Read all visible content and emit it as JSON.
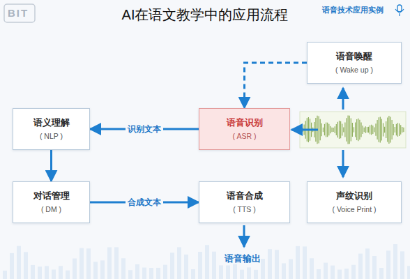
{
  "diagram": {
    "title": "AI在语文教学中的应用流程",
    "nodes": [
      {
        "text": [
          "语音唤醒",
          "( Wake up )"
        ]
      },
      {
        "text": [
          "语音识别",
          "( ASR )"
        ]
      },
      {
        "text": [
          "语义理解",
          "( NLP )"
        ]
      },
      {
        "text": [
          "对话管理",
          "( DM )"
        ]
      },
      {
        "text": [
          "语音合成",
          "( TTS )"
        ]
      },
      {
        "text": [
          "声纹识别",
          "( Voice Print )"
        ]
      }
    ],
    "edges": [
      {
        "from": 0,
        "to": 1,
        "arrow": "to"
      },
      {
        "from": 1,
        "to": 2,
        "label": "识别文本",
        "arrow": "to"
      },
      {
        "from": 2,
        "to": 3,
        "arrow": "to"
      },
      {
        "from": 3,
        "to": 4,
        "label": "合成文本",
        "arrow": "to"
      }
    ],
    "labels": [
      "BIT",
      "语音技术应用实例",
      "语音输出"
    ]
  }
}
